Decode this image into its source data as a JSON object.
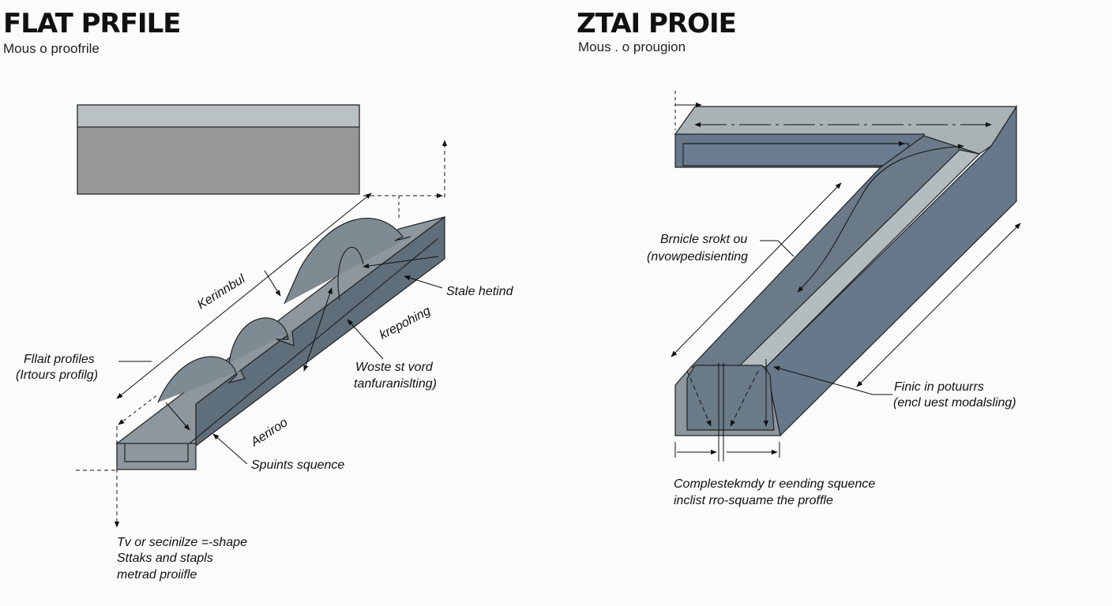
{
  "left": {
    "title": "FLAT PRFILE",
    "subtitle": "Mous o proofrile",
    "labels": {
      "kerinnbul": "Kerinnbul",
      "stale_hetind": "Stale hetind",
      "krepohing": "krepohing",
      "flat_profiles_1": "Fllait profiles",
      "flat_profiles_2": "(Irtours profilg)",
      "woste_1": "Woste st vord",
      "woste_2": "tanfuranislting)",
      "aeriroo": "Aeriroo",
      "spuints": "Spuints squence",
      "note_1": "Tv or secinilze =-shape",
      "note_2": "Sttaks and stapls",
      "note_3": "metrad proiifle"
    }
  },
  "right": {
    "title": "ZTAI PROIE",
    "subtitle": "Mous . o prougion",
    "labels": {
      "bricle_1": "Brnicle srokt ou",
      "bricle_2": "(nvowpedisienting",
      "finic_1": "Finic in potuurrs",
      "finic_2": "(encl uest modalsling)",
      "note_1": "Complestekmdy tr eending squence",
      "note_2": "inclist rro-squame the proffle"
    }
  },
  "colors": {
    "steel_dark": "#6b7a88",
    "steel_mid": "#8a969f",
    "steel_light": "#b9c1c3"
  }
}
